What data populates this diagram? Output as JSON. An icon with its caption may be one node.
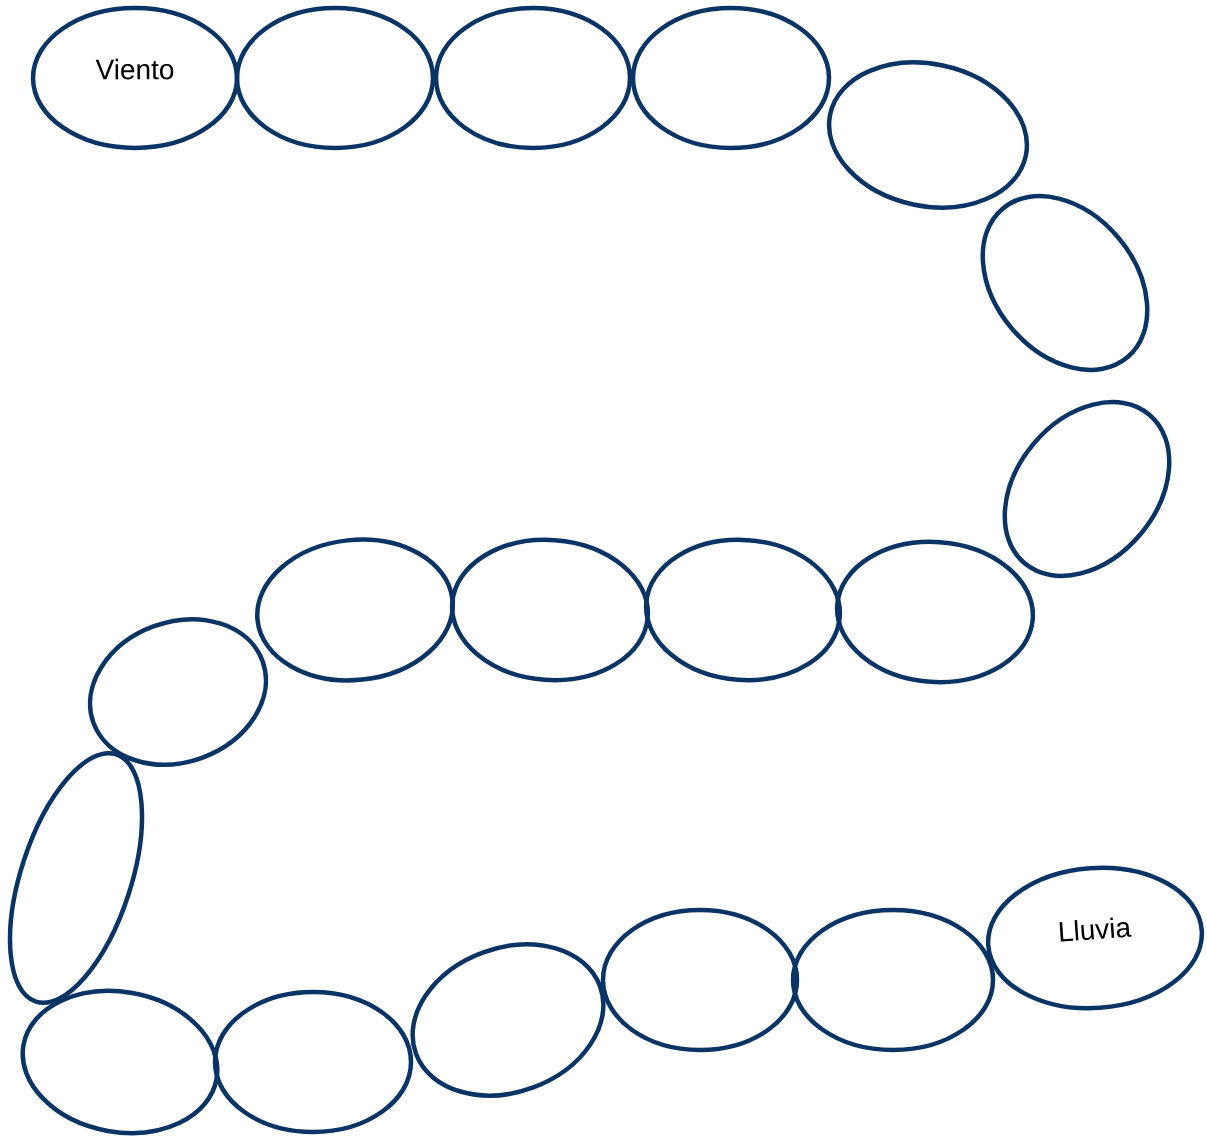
{
  "diagram": {
    "nodes": [
      {
        "text": [
          "Viento"
        ]
      },
      {
        "text": [],
        "shape": "ellipse"
      },
      {
        "text": [],
        "shape": "ellipse"
      },
      {
        "text": [],
        "shape": "ellipse"
      },
      {
        "text": [],
        "shape": "ellipse"
      },
      {
        "text": [],
        "shape": "ellipse"
      },
      {
        "text": [],
        "shape": "ellipse"
      },
      {
        "text": [],
        "shape": "ellipse"
      },
      {
        "text": [],
        "shape": "ellipse"
      },
      {
        "text": [],
        "shape": "ellipse"
      },
      {
        "text": [],
        "shape": "ellipse"
      },
      {
        "text": [],
        "shape": "ellipse"
      },
      {
        "text": [],
        "shape": "ellipse"
      },
      {
        "text": [],
        "shape": "ellipse"
      },
      {
        "text": [],
        "shape": "ellipse"
      },
      {
        "text": [],
        "shape": "ellipse"
      },
      {
        "text": [],
        "shape": "ellipse"
      },
      {
        "text": [],
        "shape": "ellipse"
      },
      {
        "text": [
          "Lluvia"
        ]
      }
    ]
  }
}
